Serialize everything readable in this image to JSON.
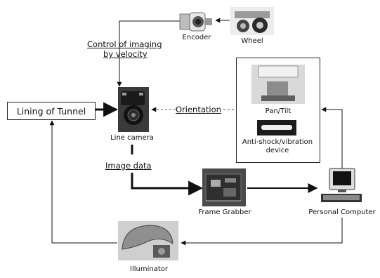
{
  "nodes": {
    "lining": "Lining of Tunnel",
    "encoder": "Encoder",
    "wheel": "Wheel",
    "line_camera": "Line camera",
    "pan_tilt": "Pan/Tilt",
    "anti_shock": "Anti-shock/vibration device",
    "frame_grabber": "Frame Grabber",
    "personal_computer": "Personal Computer",
    "illuminator": "Illuminator"
  },
  "edges": {
    "control_line1": "Control of imaging",
    "control_line2": "by velocity",
    "orientation": "Orientation",
    "image_data": "Image data"
  },
  "colors": {
    "line": "#111111",
    "dashed": "#555555",
    "box_border": "#222222"
  }
}
